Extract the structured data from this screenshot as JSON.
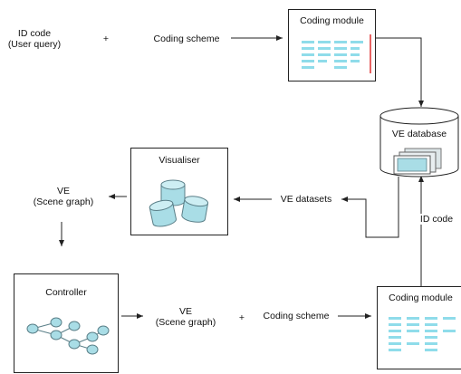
{
  "nodes": {
    "id_code_user_query": {
      "line1": "ID code",
      "line2": "(User query)"
    },
    "plus_top": "+",
    "coding_scheme_top": "Coding scheme",
    "coding_module_top": "Coding module",
    "ve_database": "VE database",
    "visualiser": "Visualiser",
    "ve_datasets": "VE datasets",
    "ve_scene_graph_left": {
      "line1": "VE",
      "line2": "(Scene graph)"
    },
    "id_code": "ID code",
    "controller": "Controller",
    "ve_scene_graph_bottom": {
      "line1": "VE",
      "line2": "(Scene graph)"
    },
    "plus_bottom": "+",
    "coding_scheme_bottom": "Coding scheme",
    "coding_module_bottom": "Coding module"
  },
  "colors": {
    "stroke": "#222222",
    "code_bars": "#8fdcea",
    "code_line": "#e03030",
    "cylinder_fill": "#a9dde6",
    "cylinder_edge": "#5a7f88",
    "graph_node": "#a9dde6"
  },
  "icons": [
    "database-cylinder-icon",
    "stacked-windows-icon",
    "cylinders-icon",
    "tree-graph-icon",
    "code-sheet-icon"
  ]
}
